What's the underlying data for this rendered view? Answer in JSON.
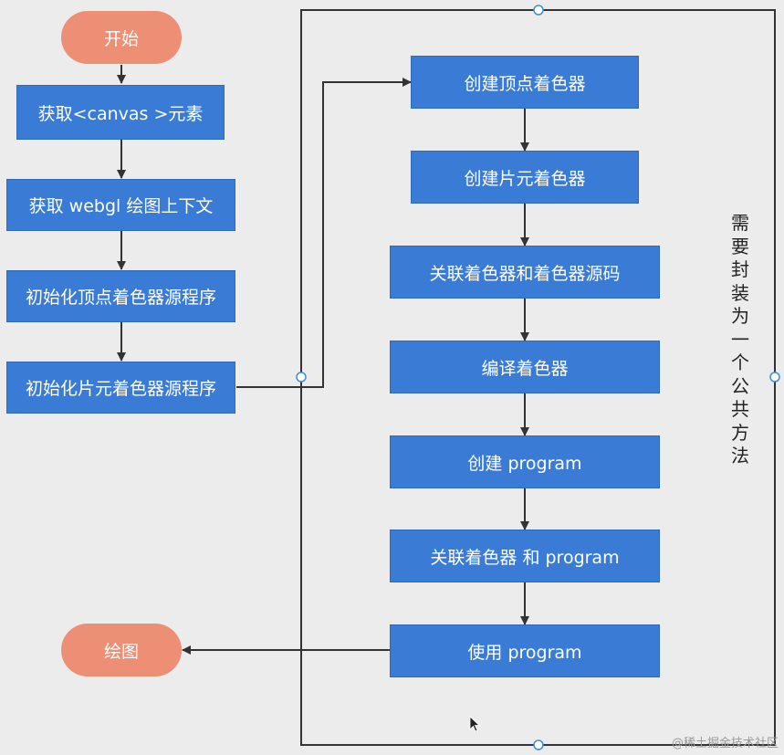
{
  "left_flow": {
    "start": "开始",
    "step1": "获取<canvas >元素",
    "step2": "获取 webgl 绘图上下文",
    "step3": "初始化顶点着色器源程序",
    "step4": "初始化片元着色器源程序",
    "end": "绘图"
  },
  "right_flow": {
    "step1": "创建顶点着色器",
    "step2": "创建片元着色器",
    "step3": "关联着色器和着色器源码",
    "step4": "编译着色器",
    "step5": "创建 program",
    "step6": "关联着色器 和 program",
    "step7": "使用 program"
  },
  "container_label": "需要封装为一个公共方法",
  "watermark": "@稀土掘金技术社区",
  "colors": {
    "process_fill": "#3a7bd5",
    "terminal_fill": "#ec8f74",
    "text": "#ffffff",
    "connector": "#333333",
    "background": "#ececec"
  }
}
